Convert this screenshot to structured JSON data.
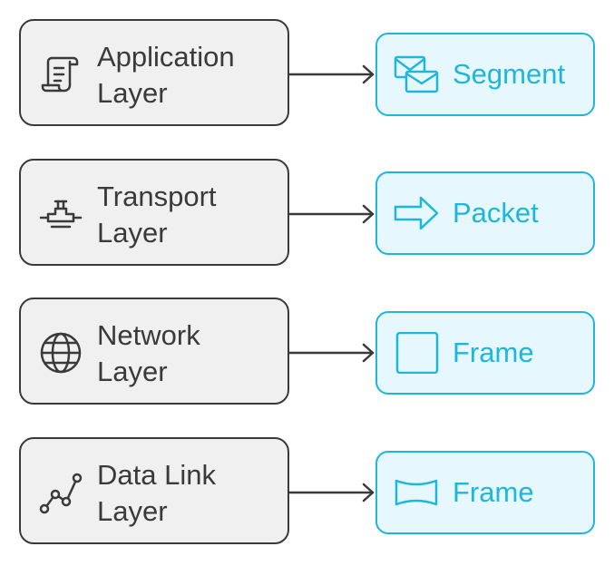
{
  "colors": {
    "layer_fill": "#f0f0f0",
    "layer_border": "#3a3a3a",
    "pdu_fill": "#e6f8fd",
    "pdu_accent": "#1fb6dd"
  },
  "layers": [
    {
      "line1": "Application",
      "line2": "Layer",
      "icon": "scroll-icon"
    },
    {
      "line1": "Transport",
      "line2": "Layer",
      "icon": "pipe-icon"
    },
    {
      "line1": "Network",
      "line2": "Layer",
      "icon": "globe-icon"
    },
    {
      "line1": "Data Link",
      "line2": "Layer",
      "icon": "nodes-link-icon"
    }
  ],
  "pdus": [
    {
      "label": "Segment",
      "icon": "envelopes-icon"
    },
    {
      "label": "Packet",
      "icon": "arrow-right-icon"
    },
    {
      "label": "Frame",
      "icon": "square-frame-icon"
    },
    {
      "label": "Frame",
      "icon": "wavy-frame-icon"
    }
  ]
}
